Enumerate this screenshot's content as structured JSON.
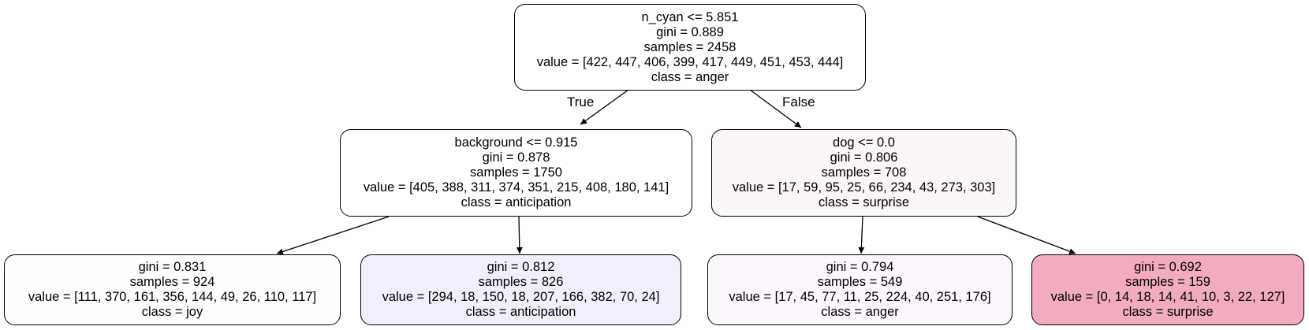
{
  "nodes": {
    "root": {
      "lines": [
        "n_cyan <= 5.851",
        "gini = 0.889",
        "samples = 2458",
        "value = [422, 447, 406, 399, 417, 449, 451, 453, 444]",
        "class = anger"
      ],
      "fill": "#ffffff"
    },
    "left": {
      "lines": [
        "background <= 0.915",
        "gini = 0.878",
        "samples = 1750",
        "value = [405, 388, 311, 374, 351, 215, 408, 180, 141]",
        "class = anticipation"
      ],
      "fill": "#ffffff"
    },
    "right": {
      "lines": [
        "dog <= 0.0",
        "gini = 0.806",
        "samples = 708",
        "value = [17, 59, 95, 25, 66, 234, 43, 273, 303]",
        "class = surprise"
      ],
      "fill": "#fdf6f7"
    },
    "ll": {
      "lines": [
        "gini = 0.831",
        "samples = 924",
        "value = [111, 370, 161, 356, 144, 49, 26, 110, 117]",
        "class = joy"
      ],
      "fill": "#fefefc"
    },
    "lr": {
      "lines": [
        "gini = 0.812",
        "samples = 826",
        "value = [294, 18, 150, 18, 207, 166, 382, 70, 24]",
        "class = anticipation"
      ],
      "fill": "#f3eefb"
    },
    "rl": {
      "lines": [
        "gini = 0.794",
        "samples = 549",
        "value = [17, 45, 77, 11, 25, 224, 40, 251, 176]",
        "class = anger"
      ],
      "fill": "#fcf6fd"
    },
    "rr": {
      "lines": [
        "gini = 0.692",
        "samples = 159",
        "value = [0, 14, 18, 14, 41, 10, 3, 22, 127]",
        "class = surprise"
      ],
      "fill": "#f3acbe"
    }
  },
  "edge_labels": {
    "true_label": "True",
    "false_label": "False"
  },
  "colors": {
    "stroke": "#000000",
    "background": "#ffffff"
  }
}
